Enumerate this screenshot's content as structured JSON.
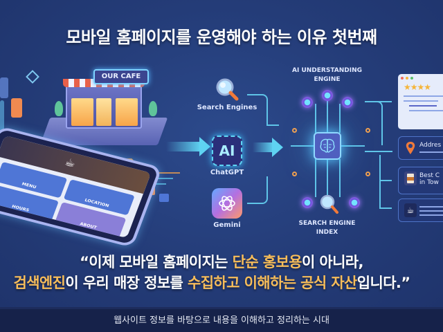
{
  "slide": {
    "title": "모바일 홈페이지를 운영해야 하는 이유 첫번째",
    "colors": {
      "background": "#253f7a",
      "highlight": "#f7bd5a",
      "accent_cyan": "#5fd3f2",
      "caption_bar": "#16224a"
    }
  },
  "illustration": {
    "cafe_sign": "OUR CAFE",
    "phone": {
      "tiles": [
        "MENU",
        "LOCATION",
        "HOURS",
        "ABOUT"
      ]
    },
    "sources": [
      {
        "label": "Search Engines",
        "icon": "magnifier-icon"
      },
      {
        "label": "ChatGPT",
        "icon": "ai-chip-icon",
        "chip_text": "AI"
      },
      {
        "label": "Gemini",
        "icon": "gemini-knot-icon"
      }
    ],
    "engine": {
      "top_label_line1": "AI UNDERSTANDING",
      "top_label_line2": "ENGINE",
      "bottom_label_line1": "SEARCH ENGINE",
      "bottom_label_line2": "INDEX"
    },
    "results": [
      {
        "type": "review",
        "stars": "★★★★"
      },
      {
        "type": "address",
        "text": "Addres"
      },
      {
        "type": "best",
        "line1": "Best C",
        "line2": "in Tow"
      },
      {
        "type": "menu",
        "icon": "coffee-cup-icon"
      }
    ]
  },
  "quote": {
    "line1_pre": "“이제 모바일 홈페이지는 ",
    "line1_hl": "단순 홍보용",
    "line1_post": "이 아니라,",
    "line2_hl1": "검색엔진",
    "line2_mid": "이 우리 매장 정보를 ",
    "line2_hl2": "수집하고 이해하는 공식 자산",
    "line2_post": "입니다.”"
  },
  "caption": {
    "text": "웹사이트 정보를 바탕으로 내용을 이해하고 정리하는 시대"
  }
}
